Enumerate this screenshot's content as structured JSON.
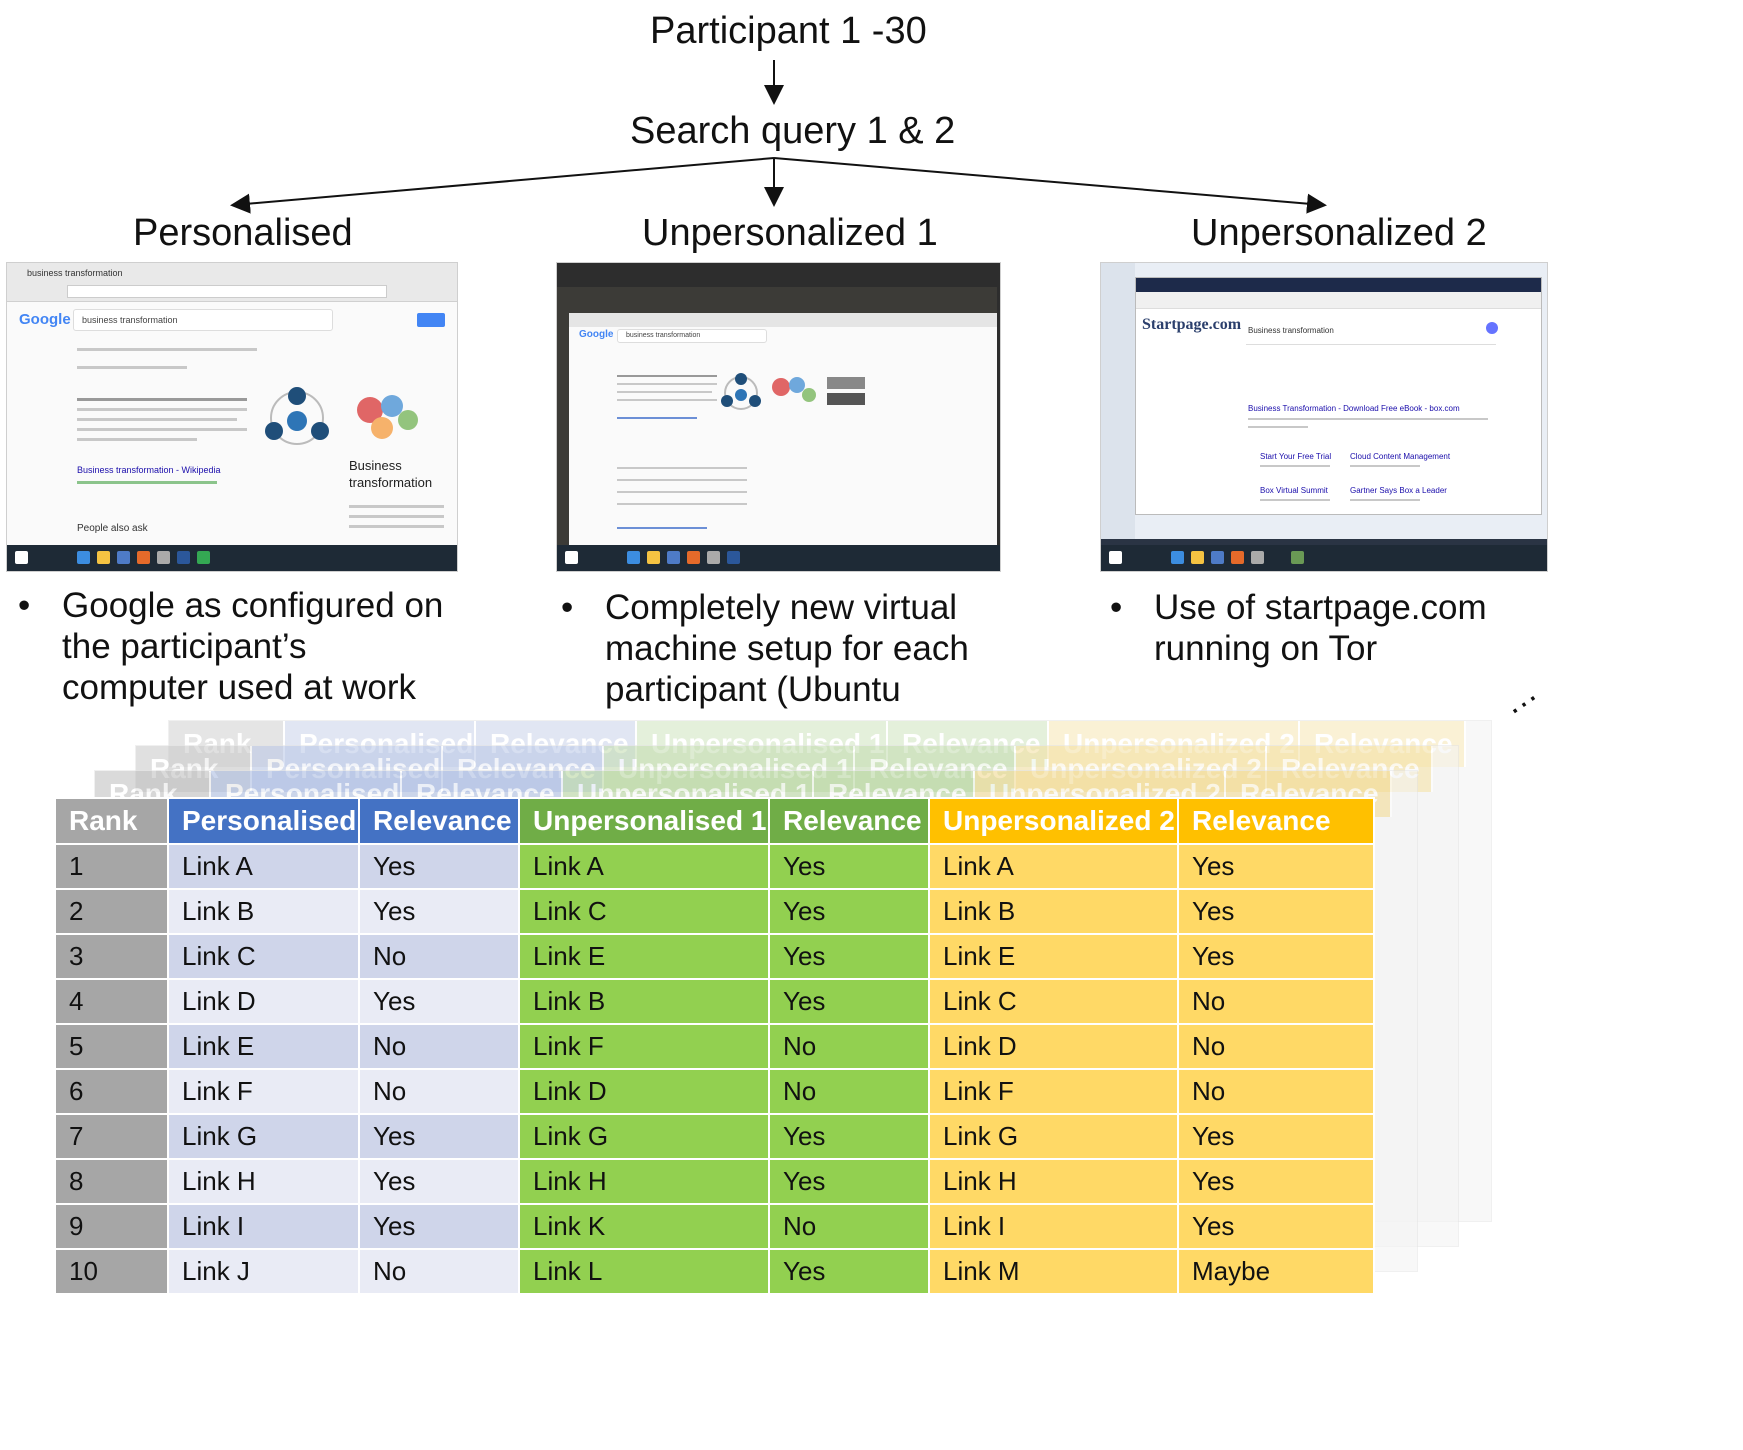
{
  "flow": {
    "participants": "Participant 1 -30",
    "queries": "Search query 1 & 2",
    "branches": [
      "Personalised",
      "Unpersonalized 1",
      "Unpersonalized 2"
    ]
  },
  "screenshots": {
    "s1": {
      "brand": "Google",
      "query": "business transformation",
      "result_link": "Business transformation - Wikipedia",
      "panel_title": "Business transformation",
      "also_ask": "People also ask"
    },
    "s2": {
      "brand": "Google",
      "query": "business transformation"
    },
    "s3": {
      "brand": "Startpage.com",
      "query": "Business transformation",
      "ad_link": "Business Transformation - Download Free eBook - box.com",
      "sub_links": [
        "Start Your Free Trial",
        "Cloud Content Management",
        "Box Virtual Summit",
        "Gartner Says Box a Leader"
      ]
    }
  },
  "bullets": [
    {
      "lines": [
        "Google as configured on",
        "the participant’s",
        "computer used at work"
      ]
    },
    {
      "lines": [
        "Completely new virtual",
        "machine setup for each",
        "participant (Ubuntu"
      ]
    },
    {
      "lines": [
        "Use of startpage.com",
        "running on Tor"
      ]
    }
  ],
  "more_marker": "…",
  "table": {
    "headers": [
      "Rank",
      "Personalised",
      "Relevance",
      "Unpersonalised 1",
      "Relevance",
      "Unpersonalized 2",
      "Relevance"
    ],
    "ghost_headers": [
      "Rank",
      "Personalised",
      "Relevance",
      "Unpersonalised 1",
      "Relevance",
      "Unpersonalized 2",
      "Relevance"
    ],
    "rows": [
      [
        "1",
        "Link A",
        "Yes",
        "Link A",
        "Yes",
        "Link A",
        "Yes"
      ],
      [
        "2",
        "Link B",
        "Yes",
        "Link C",
        "Yes",
        "Link B",
        "Yes"
      ],
      [
        "3",
        "Link C",
        "No",
        "Link E",
        "Yes",
        "Link E",
        "Yes"
      ],
      [
        "4",
        "Link D",
        "Yes",
        "Link B",
        "Yes",
        "Link C",
        "No"
      ],
      [
        "5",
        "Link E",
        "No",
        "Link F",
        "No",
        "Link D",
        "No"
      ],
      [
        "6",
        "Link F",
        "No",
        "Link D",
        "No",
        "Link F",
        "No"
      ],
      [
        "7",
        "Link G",
        "Yes",
        "Link G",
        "Yes",
        "Link G",
        "Yes"
      ],
      [
        "8",
        "Link H",
        "Yes",
        "Link H",
        "Yes",
        "Link H",
        "Yes"
      ],
      [
        "9",
        "Link I",
        "Yes",
        "Link K",
        "No",
        "Link I",
        "Yes"
      ],
      [
        "10",
        "Link J",
        "No",
        "Link L",
        "Yes",
        "Link M",
        "Maybe"
      ]
    ]
  },
  "colors": {
    "rank_header": "#a6a6a6",
    "rank_cell": "#a6a6a6",
    "personalised_header": "#4472c4",
    "personalised_cell_a": "#cfd5ea",
    "personalised_cell_b": "#e9ebf5",
    "unpers1_header": "#70ad47",
    "unpers1_cell": "#92d050",
    "unpers2_header": "#ffc000",
    "unpers2_cell": "#ffd966"
  }
}
